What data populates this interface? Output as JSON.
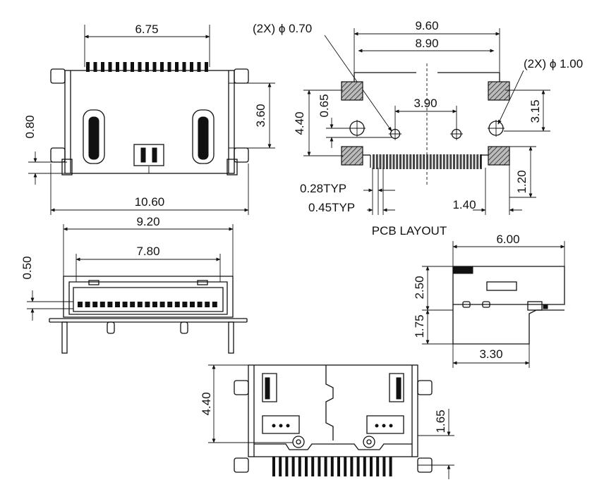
{
  "top_view": {
    "width_pins": "6.75",
    "overall_width": "10.60",
    "height": "3.60",
    "offset": "0.80"
  },
  "pcb_layout": {
    "title": "PCB LAYOUT",
    "outer_width": "9.60",
    "inner_width": "8.90",
    "hole_small_note": "(2X) ϕ 0.70",
    "hole_large_note": "(2X) ϕ 1.00",
    "vert_total": "4.40",
    "vert_small": "0.65",
    "hole_spacing": "3.90",
    "vert_right": "3.15",
    "pad_height": "1.20",
    "pad_width_typ": "0.28TYP",
    "pitch_typ": "0.45TYP",
    "edge_offset": "1.40"
  },
  "front_view": {
    "width_outer": "9.20",
    "width_inner": "7.80",
    "height": "0.50"
  },
  "side_view": {
    "length": "6.00",
    "height_upper": "2.50",
    "height_lower": "1.75",
    "foot_length": "3.30"
  },
  "bottom_view": {
    "height": "4.40",
    "offset": "1.65"
  }
}
